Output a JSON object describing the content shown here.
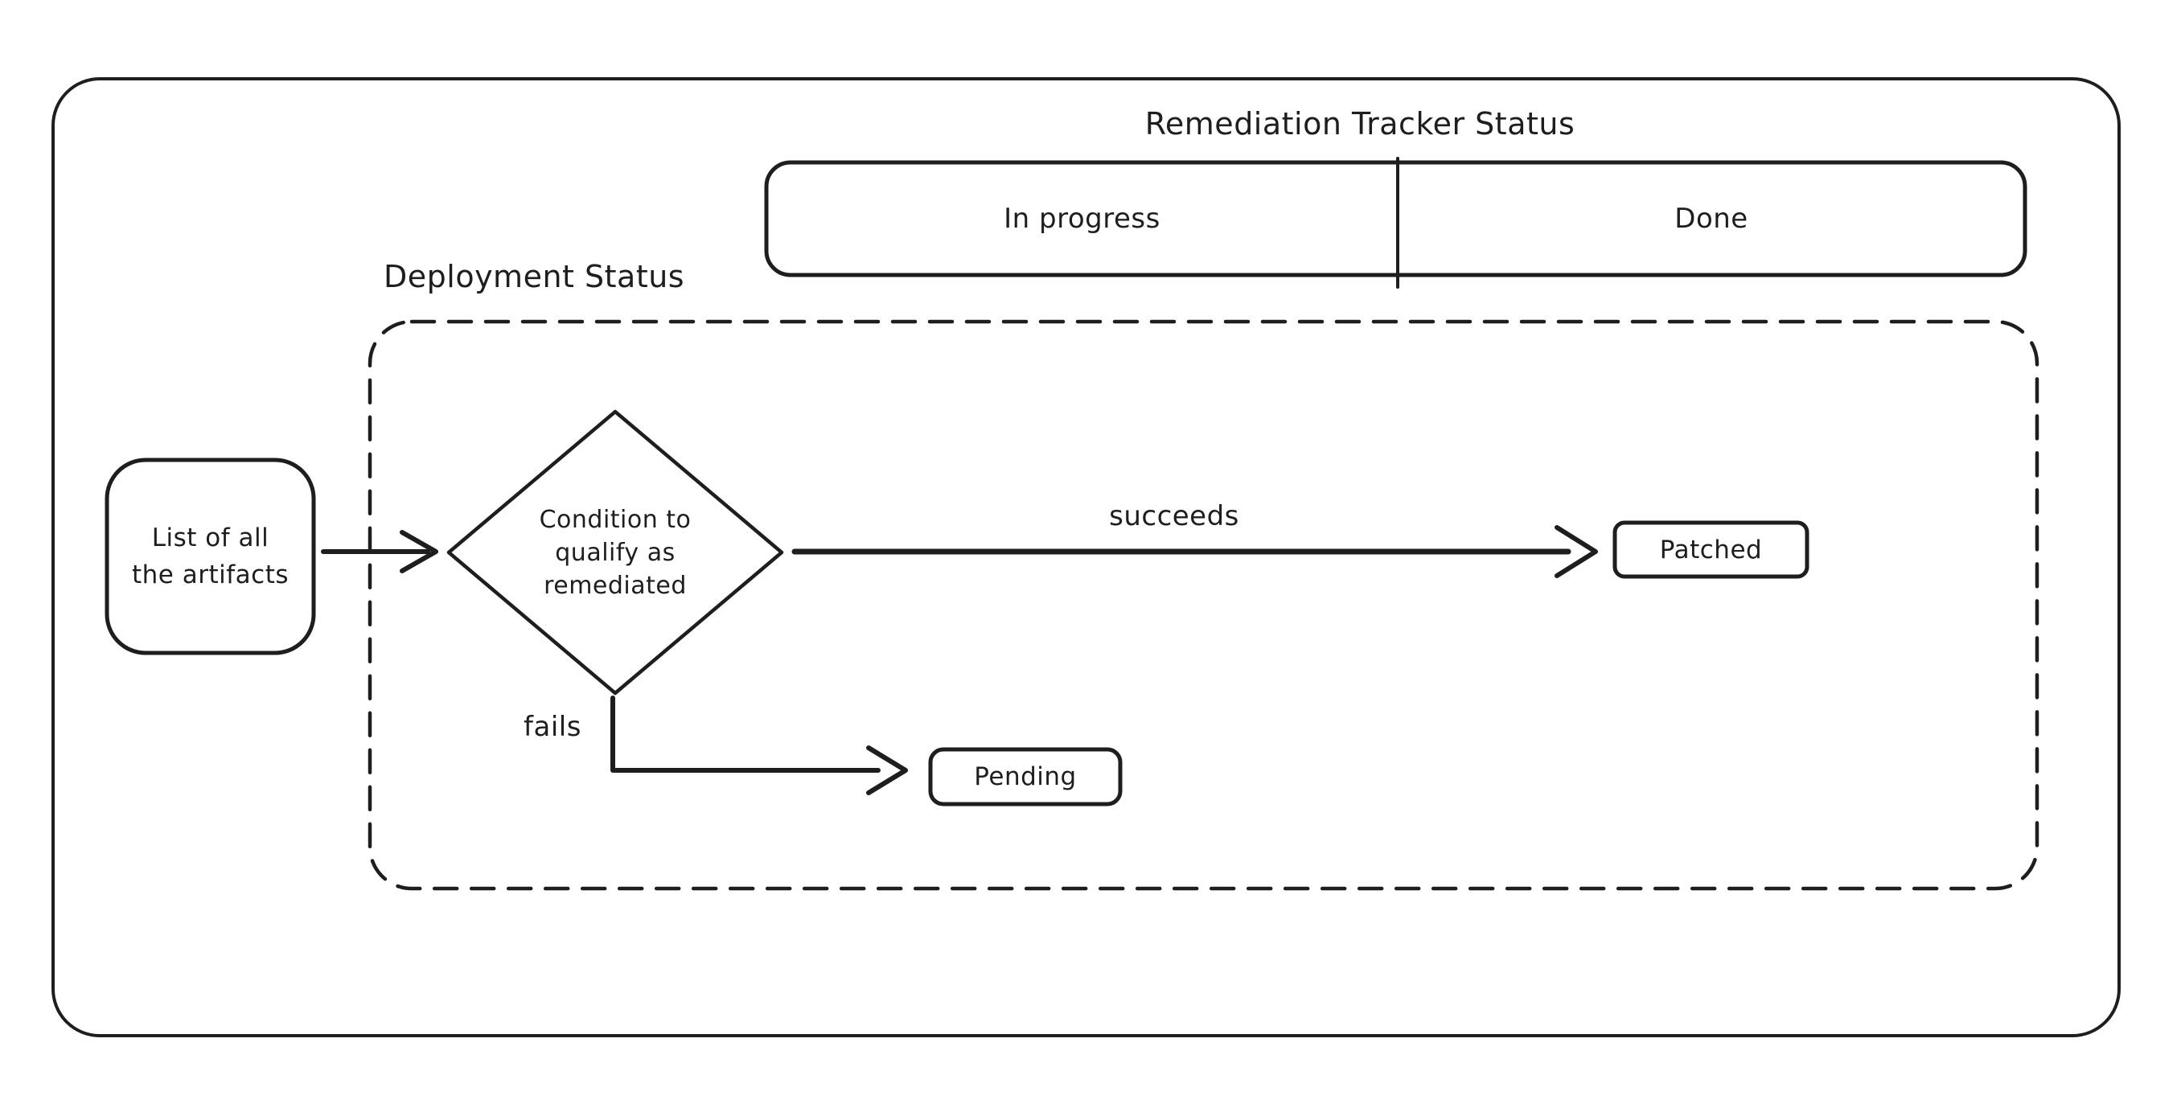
{
  "page": {
    "colors": {
      "ink": "#1e1e1e",
      "background": "#ffffff"
    }
  },
  "tracker": {
    "title": "Remediation Tracker Status",
    "columns": [
      {
        "label": "In progress"
      },
      {
        "label": "Done"
      }
    ]
  },
  "deployment": {
    "label": "Deployment Status"
  },
  "nodes": {
    "artifacts": {
      "lines": [
        "List of all",
        "the artifacts"
      ]
    },
    "condition": {
      "lines": [
        "Condition to",
        "qualify as",
        "remediated"
      ]
    },
    "patched": {
      "label": "Patched"
    },
    "pending": {
      "label": "Pending"
    }
  },
  "edges": {
    "succeeds": {
      "label": "succeeds"
    },
    "fails": {
      "label": "fails"
    }
  }
}
